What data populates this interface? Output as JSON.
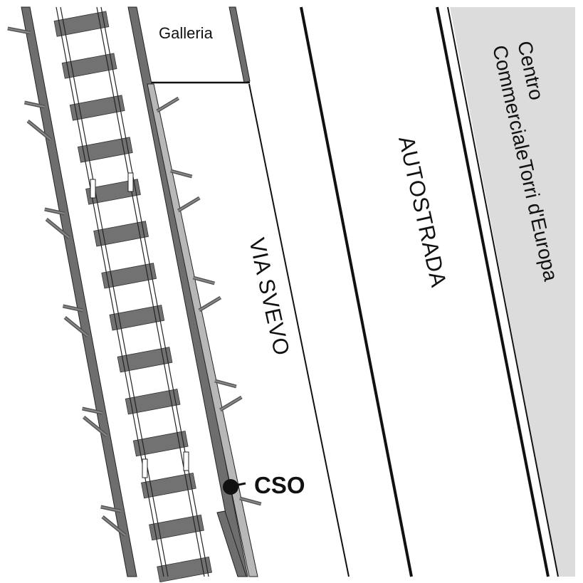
{
  "labels": {
    "galleria": "Galleria",
    "via_svevo": "VIA SVEVO",
    "autostrada": "AUTOSTRADA",
    "centro_line1": "Centro",
    "centro_line2": "CommercialeTorri d'Europa",
    "cso": "CSO"
  },
  "colors": {
    "background": "#ffffff",
    "mall_fill": "#dcdcdc",
    "wall_gray": "#6e6e6e",
    "sleeper_gray": "#727272",
    "rail_outline": "#222222",
    "marker": "#111111",
    "line": "#111111"
  }
}
